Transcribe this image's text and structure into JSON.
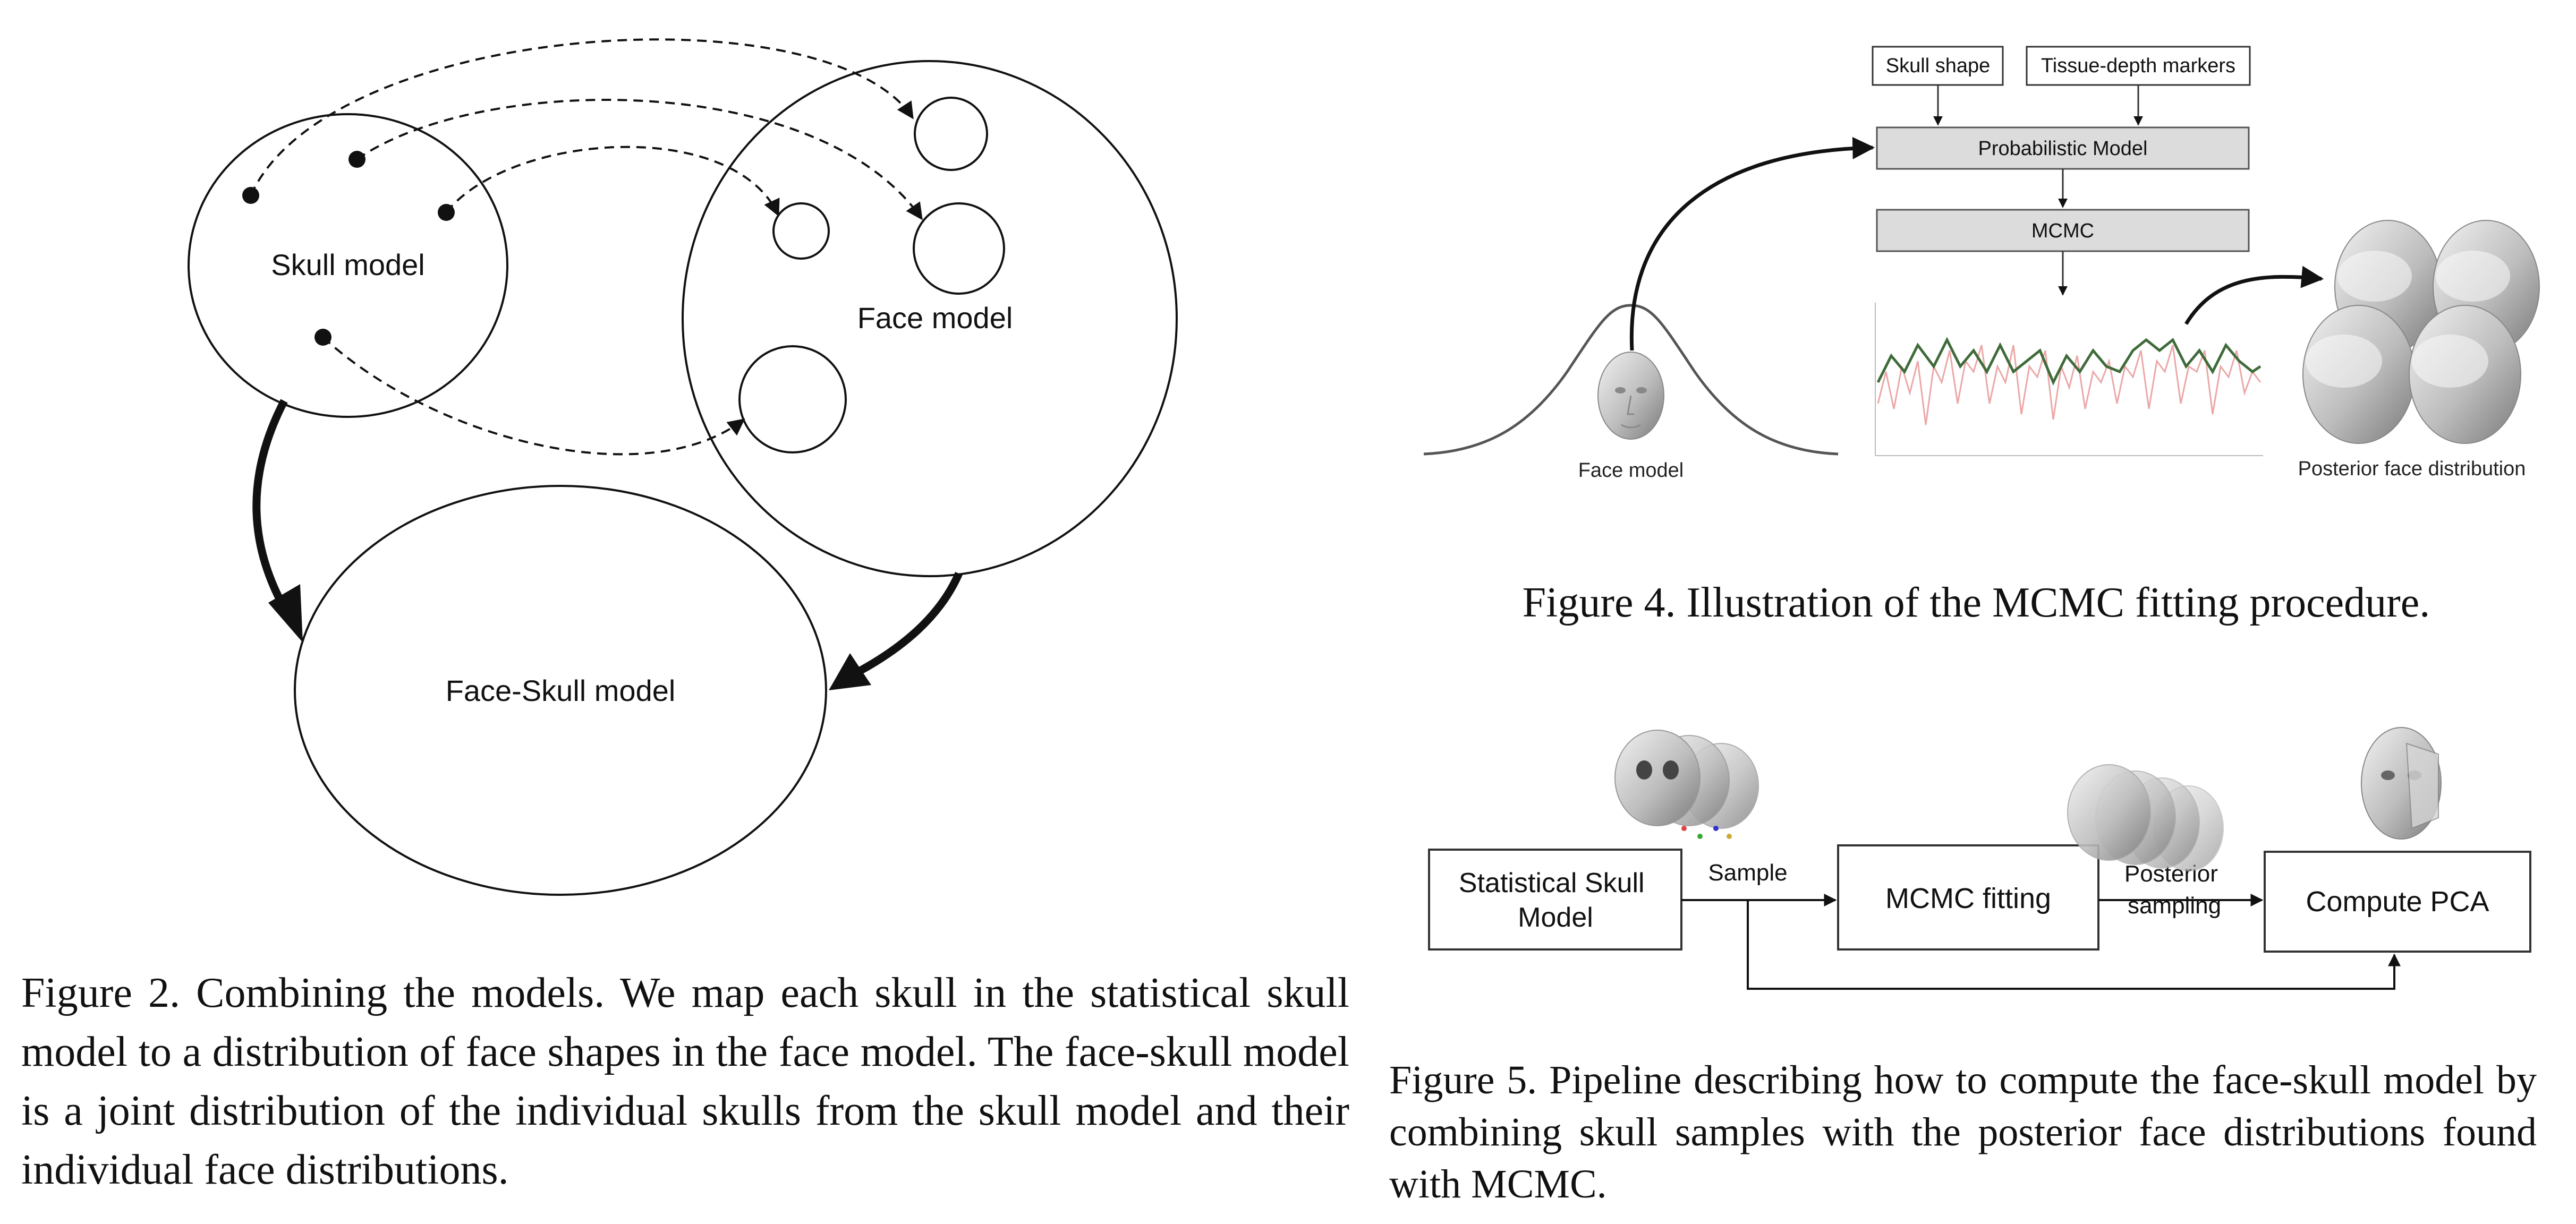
{
  "figure2": {
    "skull_model_label": "Skull model",
    "face_model_label": "Face model",
    "face_skull_model_label": "Face-Skull model",
    "caption": "Figure 2. Combining the models. We map each skull in the statistical skull model to a distribution of face shapes in the face model. The face-skull model is a joint distribution of the individual skulls from the skull model and their individual face distributions."
  },
  "figure4": {
    "input_skull_shape": "Skull shape",
    "input_tissue_markers": "Tissue-depth markers",
    "probabilistic_model": "Probabilistic Model",
    "mcmc": "MCMC",
    "face_model_label": "Face model",
    "posterior_label": "Posterior face distribution",
    "caption": "Figure 4. Illustration of the MCMC fitting procedure."
  },
  "figure5": {
    "statistical_skull_model": [
      "Statistical Skull",
      "Model"
    ],
    "sample_label": "Sample",
    "mcmc_fitting": "MCMC fitting",
    "posterior_sampling": [
      "Posterior",
      "sampling"
    ],
    "compute_pca": "Compute PCA",
    "caption": "Figure 5. Pipeline describing how to compute the face-skull model by combining skull samples with the posterior face distributions found with MCMC."
  }
}
